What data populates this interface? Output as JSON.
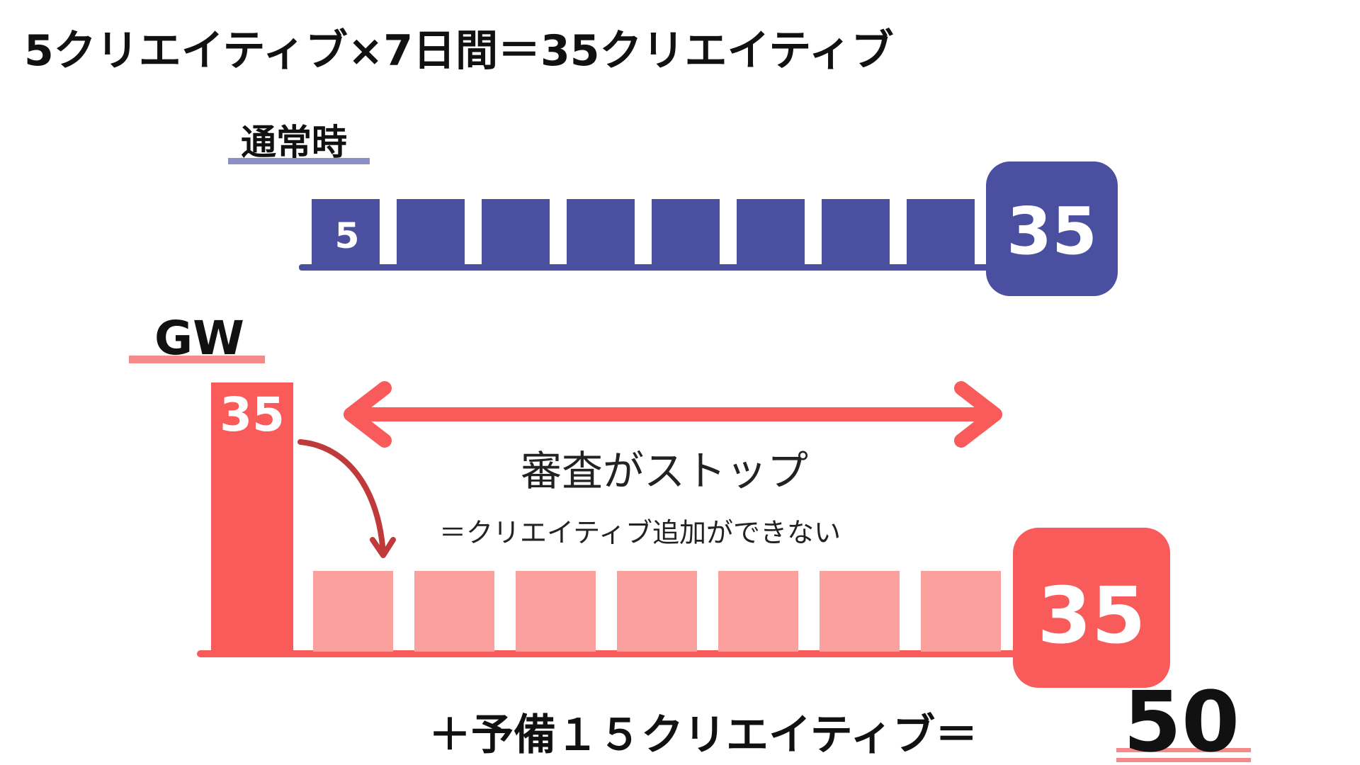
{
  "headline": "5クリエイティブ×7日間＝35クリエイティブ",
  "normal": {
    "label": "通常時",
    "first_block_value": "5",
    "block_count": 8,
    "total": "35",
    "accent_color": "#4a4fa0",
    "underline_color": "#8b8fc6"
  },
  "gw": {
    "label": "GW",
    "first_bar_value": "35",
    "block_count": 7,
    "total": "35",
    "accent_color": "#f95a5a",
    "light_block_color": "#fca09e",
    "curve_arrow_color": "#c0393b",
    "underline_color": "#f48a8a"
  },
  "review_stop": {
    "title": "審査がストップ",
    "subtitle": "＝クリエイティブ追加ができない"
  },
  "reserve": {
    "prefix": "＋予備１５クリエイティブ＝",
    "result": "50"
  }
}
